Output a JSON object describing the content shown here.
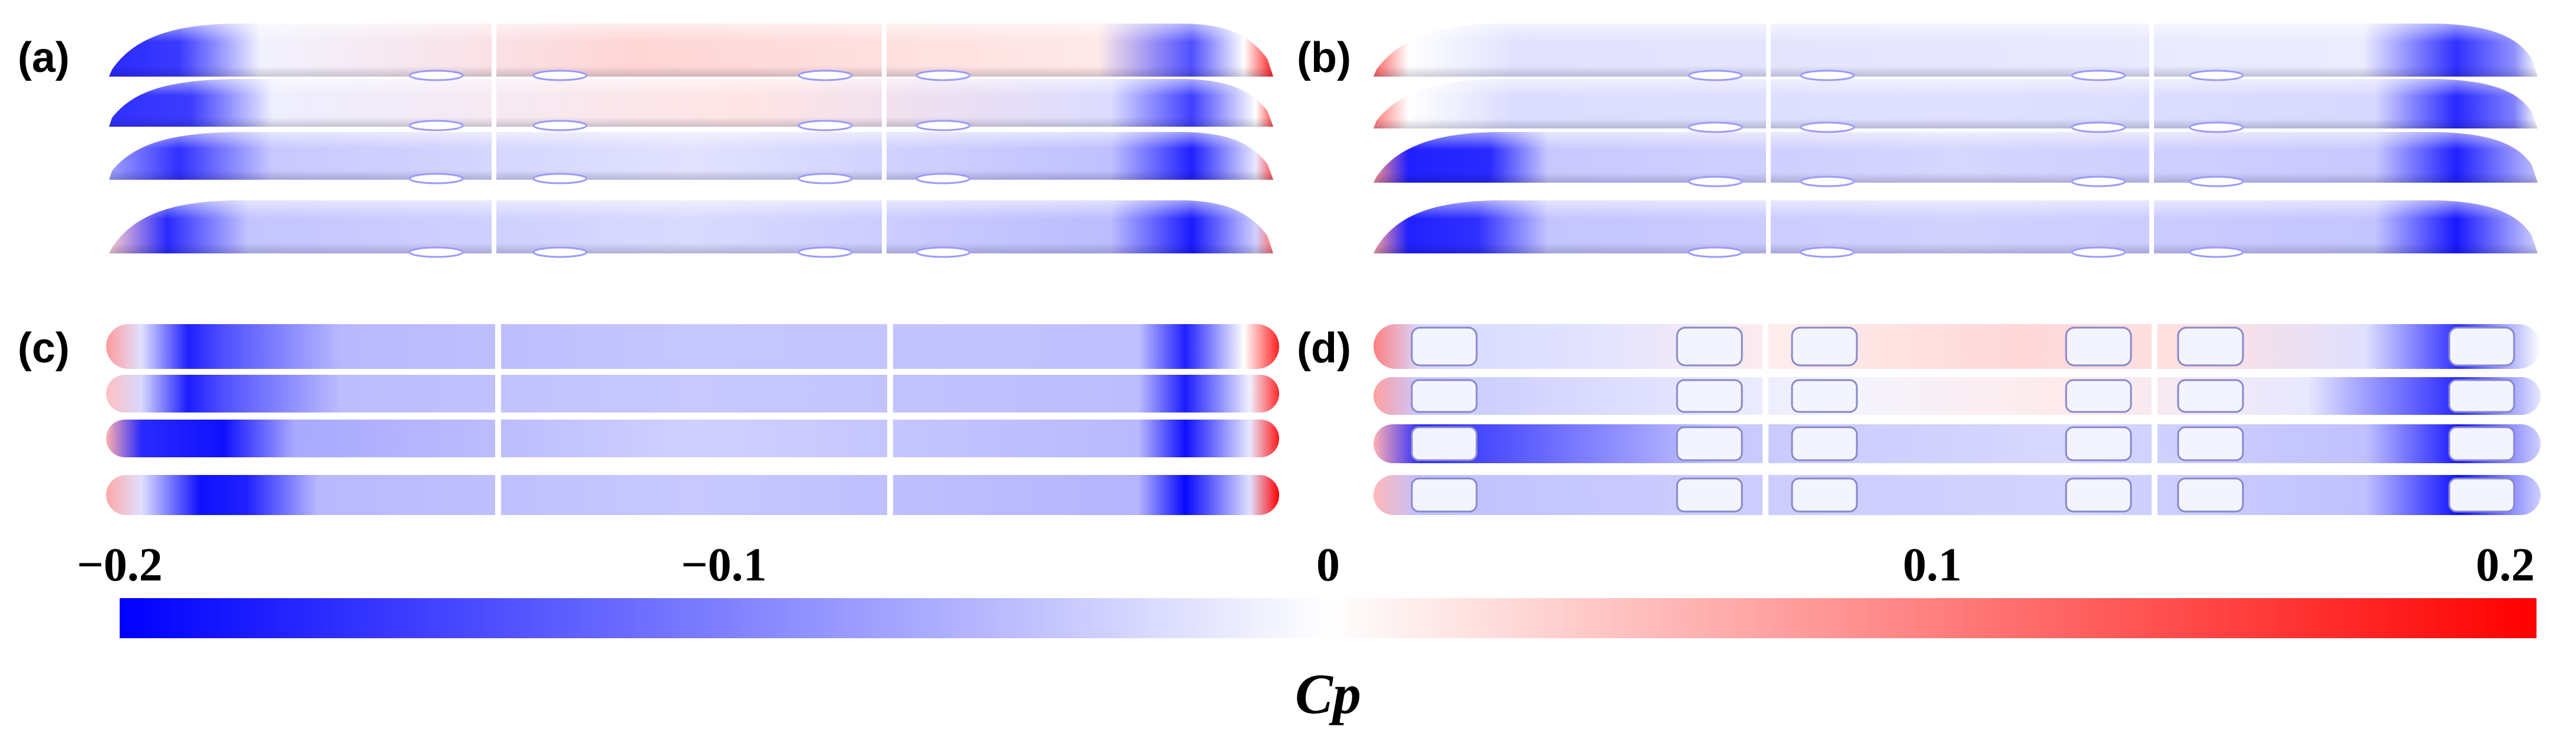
{
  "panels": [
    {
      "label": "(a)",
      "view": "side",
      "train_count": 4
    },
    {
      "label": "(b)",
      "view": "side",
      "train_count": 4
    },
    {
      "label": "(c)",
      "view": "top",
      "train_count": 4
    },
    {
      "label": "(d)",
      "view": "bottom",
      "train_count": 4
    }
  ],
  "colorbar": {
    "title": "Cp",
    "min": -0.2,
    "max": 0.2,
    "tick_labels": [
      "−0.2",
      "−0.1",
      "0",
      "0.1",
      "0.2"
    ],
    "tick_values": [
      -0.2,
      -0.1,
      0,
      0.1,
      0.2
    ],
    "color_low": "#0000ff",
    "color_mid": "#ffffff",
    "color_high": "#ff0000"
  }
}
